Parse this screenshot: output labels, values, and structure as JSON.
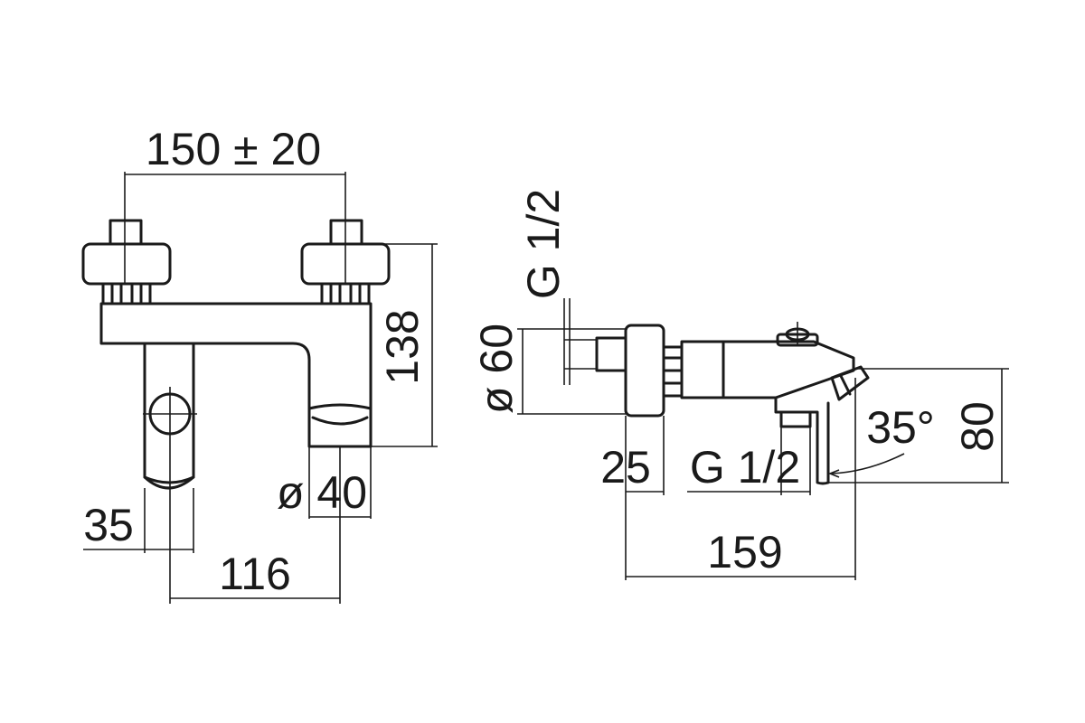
{
  "dimensions": {
    "spacing": "150 ± 20",
    "height_front": "138",
    "spout_diameter": "ø 40",
    "offset_side": "35",
    "spout_distance": "116",
    "thread_top": "G 1/2",
    "body_diameter": "ø 60",
    "wall_depth": "25",
    "thread_bottom": "G 1/2",
    "depth_total": "159",
    "height_side": "80",
    "angle": "35°"
  },
  "colors": {
    "line": "#1a1a1a",
    "background": "#ffffff"
  }
}
